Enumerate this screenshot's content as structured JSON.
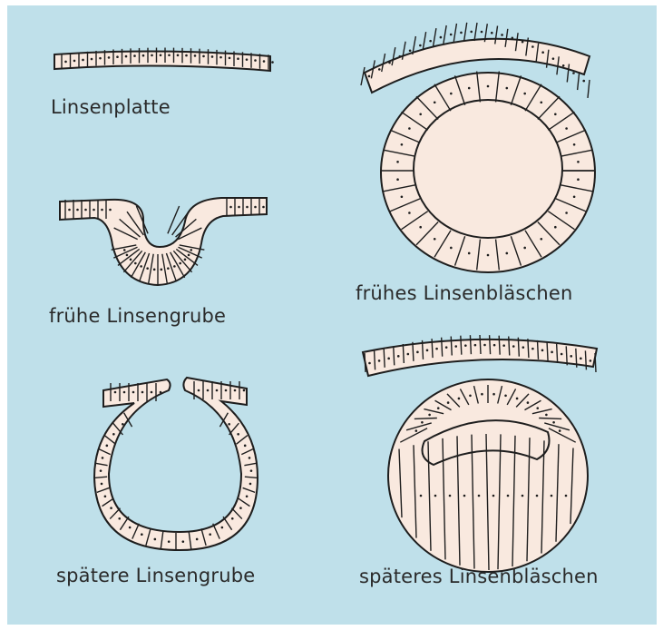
{
  "captions": {
    "lens_placode": "Linsenplatte",
    "early_lens_pit": "frühe Linsengrube",
    "later_lens_pit": "spätere Linsengrube",
    "early_lens_vesicle": "frühes Linsenbläschen",
    "later_lens_vesicle": "späteres Linsenbläschen"
  },
  "colors": {
    "background": "#bfe0ea",
    "cell_fill": "#f9e9df",
    "outline": "#1e1e1e"
  }
}
